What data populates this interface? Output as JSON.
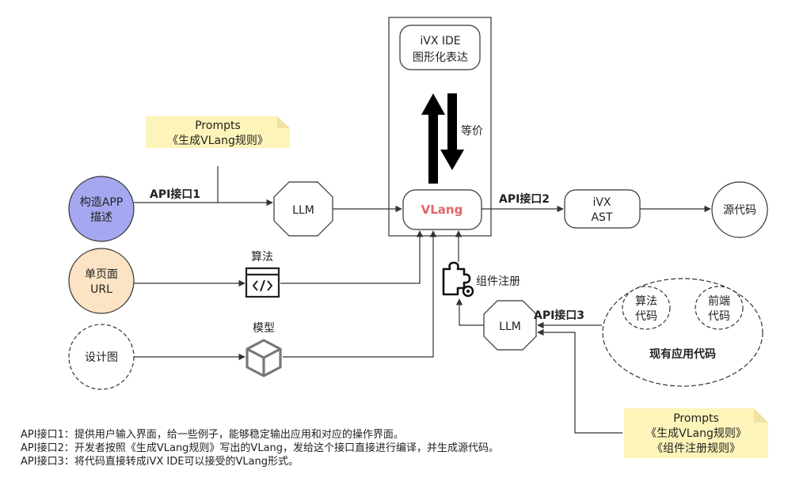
{
  "nodes": {
    "ide_line1": "iVX IDE",
    "ide_line2": "图形化表达",
    "equiv": "等价",
    "vlang": "VLang",
    "llm_top": "LLM",
    "llm_bottom": "LLM",
    "ast_line1": "iVX",
    "ast_line2": "AST",
    "source_code": "源代码",
    "app_desc_line1": "构造APP",
    "app_desc_line2": "描述",
    "page_url_line1": "单页面",
    "page_url_line2": "URL",
    "design": "设计图",
    "algorithm": "算法",
    "model": "模型",
    "component_reg": "组件注册",
    "existing_code": "现有应用代码",
    "algo_code_line1": "算法",
    "algo_code_line2": "代码",
    "frontend_code_line1": "前端",
    "frontend_code_line2": "代码"
  },
  "notes_top": {
    "line1": "Prompts",
    "line2": "《生成VLang规则》"
  },
  "notes_bottom": {
    "line1": "Prompts",
    "line2": "《生成VLang规则》",
    "line3": "《组件注册规则》"
  },
  "edges": {
    "api1": "API接口1",
    "api2": "API接口2",
    "api3": "API接口3"
  },
  "footnotes": [
    "API接口1：提供用户输入界面，给一些例子，能够稳定输出应用和对应的操作界面。",
    "API接口2：开发者按照《生成VLang规则》写出的VLang，发给这个接口直接进行编译，并生成源代码。",
    "API接口3：将代码直接转成iVX IDE可以接受的VLang形式。"
  ],
  "colors": {
    "app_desc_fill": "#a5a8f0",
    "page_url_fill": "#fce3c4",
    "note_fill": "#fcf4b9",
    "vlang_text": "#e06666"
  }
}
